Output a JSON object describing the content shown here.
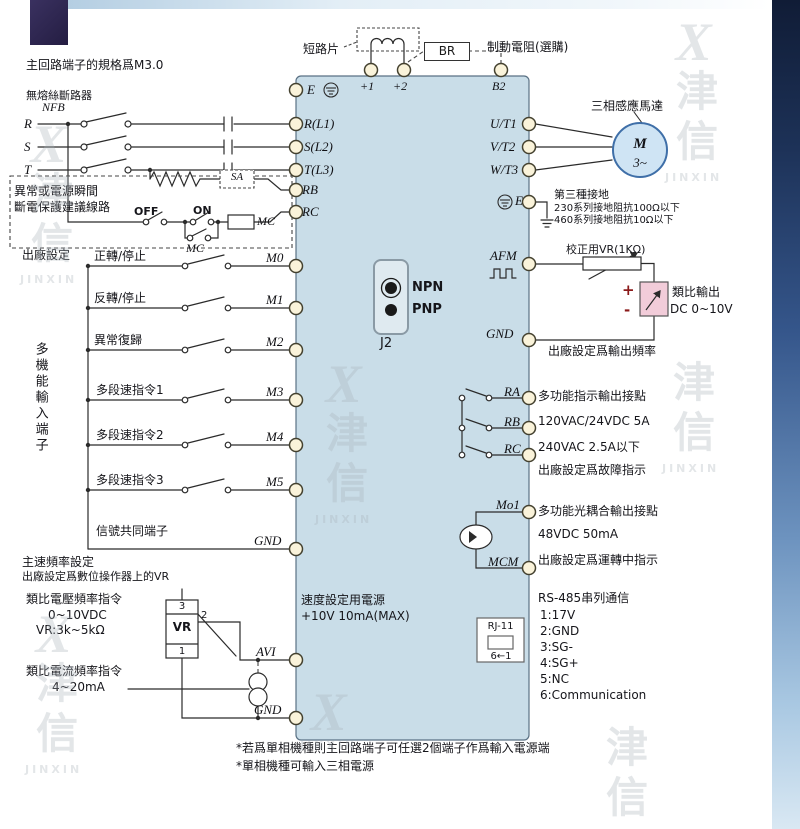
{
  "watermark": {
    "x": "X",
    "cn": "津信",
    "en": "JINXIN"
  },
  "top": {
    "spec": "主回路端子的規格爲M3.0",
    "breaker_label": "無熔絲斷路器",
    "nfb": "NFB",
    "phase_r": "R",
    "phase_s": "S",
    "phase_t": "T",
    "jumper": "短路片",
    "br": "BR",
    "brake_resistor": "制動電阻(選購)"
  },
  "protection": {
    "line1": "異常或電源瞬間",
    "line2": "斷電保護建議線路",
    "sa": "SA",
    "mc_coil": "MC",
    "mc_aux": "MC",
    "off": "OFF",
    "on": "ON"
  },
  "terminals": {
    "top": {
      "p1": "+1",
      "p2": "+2",
      "b2": "B2"
    },
    "left": {
      "e": "E",
      "r": "R(L1)",
      "s": "S(L2)",
      "t": "T(L3)",
      "rb": "RB",
      "rc": "RC",
      "m0": "M0",
      "m1": "M1",
      "m2": "M2",
      "m3": "M3",
      "m4": "M4",
      "m5": "M5",
      "gnd": "GND",
      "avi": "AVI",
      "gnd2": "GND"
    },
    "right": {
      "u": "U/T1",
      "v": "V/T2",
      "w": "W/T3",
      "e": "E",
      "afm": "AFM",
      "gnd": "GND",
      "ra": "RA",
      "rb": "RB",
      "rc": "RC",
      "mo1": "Mo1",
      "mcm": "MCM"
    }
  },
  "inputs": {
    "factory": "出廠設定",
    "rows": [
      "正轉/停止",
      "反轉/停止",
      "異常復歸",
      "多段速指令1",
      "多段速指令2",
      "多段速指令3",
      "信號共同端子"
    ],
    "side": "多機能輸入端子"
  },
  "j2": {
    "npn": "NPN",
    "pnp": "PNP",
    "name": "J2"
  },
  "analog": {
    "title": "主速頻率設定",
    "subtitle": "出廠設定爲數位操作器上的VR",
    "voltage": "類比電壓頻率指令",
    "voltage_range": "0~10VDC",
    "vr_spec": "VR:3k~5kΩ",
    "vr": "VR",
    "pin3": "3",
    "pin2": "2",
    "pin1": "1",
    "current": "類比電流頻率指令",
    "current_range": "4~20mA",
    "supply1": "速度設定用電源",
    "supply2": "+10V 10mA(MAX)"
  },
  "motor": {
    "label": "三相感應馬達",
    "m": "M",
    "phase": "3~"
  },
  "ground": {
    "type": "第三種接地",
    "n230": "230系列接地阻抗100Ω以下",
    "n460": "460系列接地阻抗10Ω以下"
  },
  "afm": {
    "vr": "校正用VR(1KΩ)",
    "out": "類比輸出",
    "range": "DC 0~10V",
    "plus": "+",
    "minus": "-",
    "gnd_note": "出廠設定爲輸出頻率"
  },
  "relay": {
    "l1": "多功能指示輸出接點",
    "l2": "120VAC/24VDC 5A",
    "l3": "240VAC 2.5A以下",
    "l4": "出廠設定爲故障指示"
  },
  "photo": {
    "l1": "多功能光耦合輸出接點",
    "l2": "48VDC 50mA",
    "l3": "出廠設定爲運轉中指示"
  },
  "comm": {
    "title": "RS-485串列通信",
    "rj11": "RJ-11",
    "pins_dir": "6←1",
    "pins": [
      "1:17V",
      "2:GND",
      "3:SG-",
      "4:SG+",
      "5:NC",
      "6:Communication"
    ]
  },
  "notes": [
    "*若爲單相機種則主回路端子可任選2個端子作爲輸入電源端",
    "*單相機種可輸入三相電源"
  ]
}
